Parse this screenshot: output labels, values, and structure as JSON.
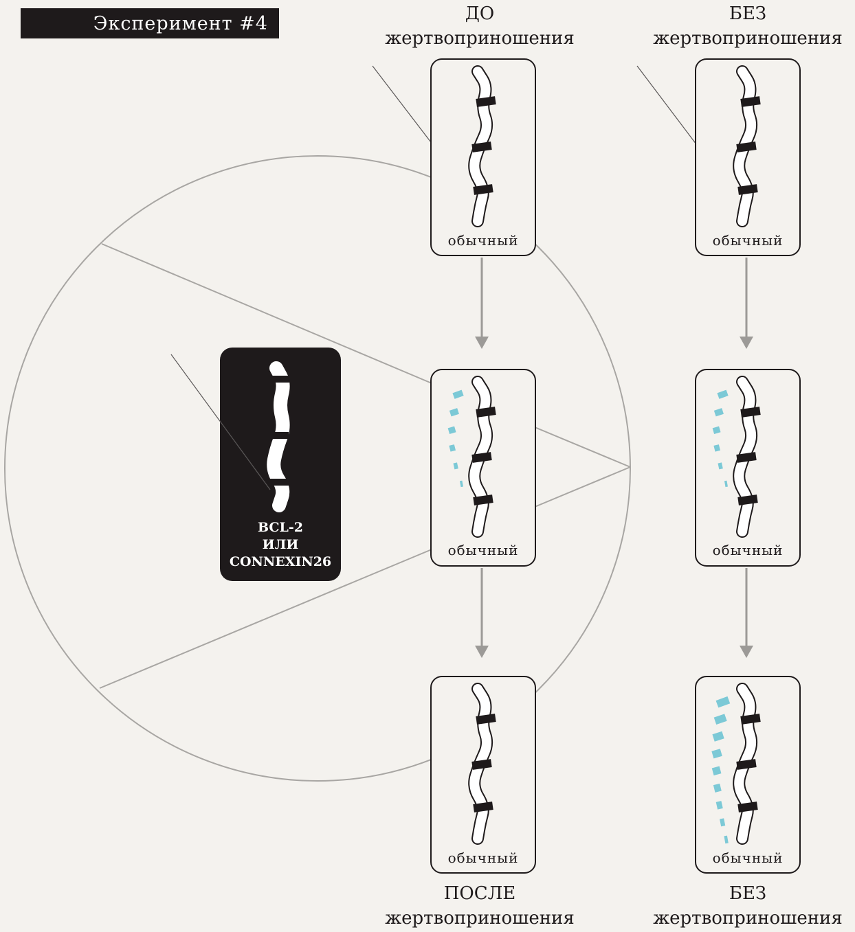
{
  "title": "Эксперимент #4",
  "columns": {
    "left_top": {
      "line1": "ДО",
      "line2": "жертвоприношения"
    },
    "right_top": {
      "line1": "БЕЗ",
      "line2": "жертвоприношения"
    },
    "left_bottom": {
      "line1": "ПОСЛЕ",
      "line2": "жертвоприношения"
    },
    "right_bottom": {
      "line1": "БЕЗ",
      "line2": "жертвоприношения"
    }
  },
  "cards": [
    {
      "label": "обычный",
      "regeneration": "none"
    },
    {
      "label": "обычный",
      "regeneration": "small"
    },
    {
      "label": "обычный",
      "regeneration": "none"
    },
    {
      "label": "обычный",
      "regeneration": "none"
    },
    {
      "label": "обычный",
      "regeneration": "small"
    },
    {
      "label": "обычный",
      "regeneration": "large"
    }
  ],
  "gene": {
    "line1": "BCL-2",
    "line2": "ИЛИ",
    "line3": "CONNEXIN26"
  },
  "colors": {
    "ink": "#1e1a1b",
    "paper": "#f4f2ee",
    "outline": "#a8a6a3",
    "regen": "#7cc9d6",
    "arrow": "#9c9a97"
  }
}
